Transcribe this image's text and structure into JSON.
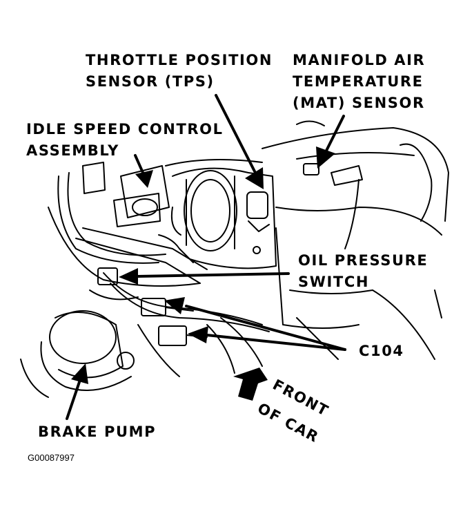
{
  "labels": {
    "tps": [
      "THROTTLE POSITION",
      "SENSOR (TPS)"
    ],
    "mat": [
      "MANIFOLD AIR",
      "TEMPERATURE",
      "(MAT) SENSOR"
    ],
    "isc": [
      "IDLE SPEED CONTROL",
      "ASSEMBLY"
    ],
    "oil": [
      "OIL PRESSURE",
      "SWITCH"
    ],
    "c104": "C104",
    "front": [
      "FRONT",
      "OF CAR"
    ],
    "brake": "BRAKE PUMP"
  },
  "figure_code": "G00087997"
}
